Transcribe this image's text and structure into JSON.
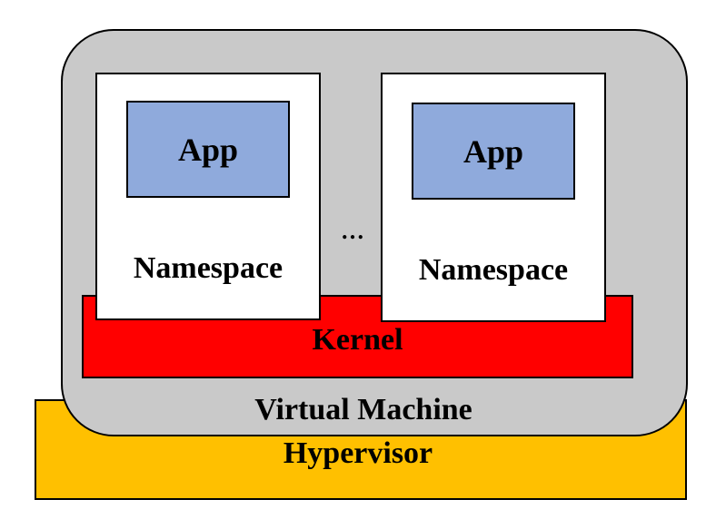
{
  "diagram": {
    "hypervisor_label": "Hypervisor",
    "virtual_machine_label": "Virtual Machine",
    "kernel_label": "Kernel",
    "ellipsis": "…",
    "namespaces": [
      {
        "label": "Namespace",
        "app_label": "App"
      },
      {
        "label": "Namespace",
        "app_label": "App"
      }
    ]
  },
  "colors": {
    "hypervisor": "#ffc000",
    "virtual_machine": "#c9c9c9",
    "kernel": "#ff0000",
    "namespace": "#ffffff",
    "app": "#8faadc"
  }
}
